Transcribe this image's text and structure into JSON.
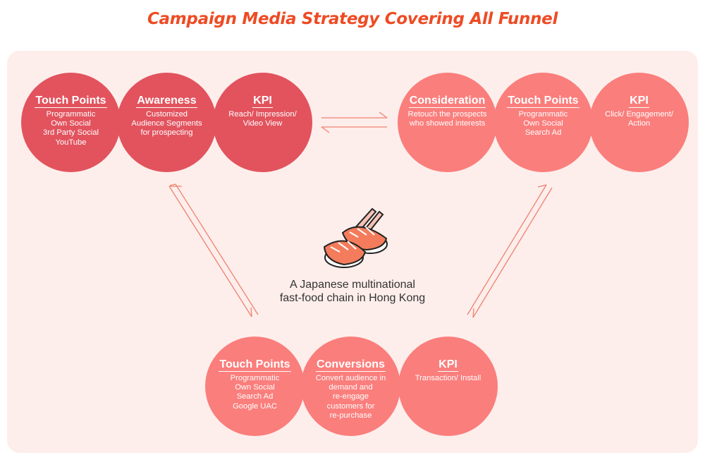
{
  "title": "Campaign Media Strategy Covering All Funnel",
  "center": {
    "line1": "A Japanese multinational",
    "line2": "fast-food chain in Hong Kong"
  },
  "groups": {
    "awareness_group": {
      "touch_points": {
        "heading": "Touch Points",
        "lines": [
          "Programmatic",
          "Own Social",
          "3rd Party Social",
          "YouTube"
        ]
      },
      "stage": {
        "heading": "Awareness",
        "lines": [
          "Customized",
          "Audience Segments",
          "for prospecting"
        ]
      },
      "kpi": {
        "heading": "KPI",
        "lines": [
          "Reach/ Impression/",
          "Video View"
        ]
      }
    },
    "consideration_group": {
      "stage": {
        "heading": "Consideration",
        "lines": [
          "Retouch the prospects",
          "who showed interests"
        ]
      },
      "touch_points": {
        "heading": "Touch Points",
        "lines": [
          "Programmatic",
          "Own Social",
          "Search Ad"
        ]
      },
      "kpi": {
        "heading": "KPI",
        "lines": [
          "Click/ Engagement/",
          "Action"
        ]
      }
    },
    "conversions_group": {
      "touch_points": {
        "heading": "Touch Points",
        "lines": [
          "Programmatic",
          "Own Social",
          "Search Ad",
          "Google UAC"
        ]
      },
      "stage": {
        "heading": "Conversions",
        "lines": [
          "Convert audience in",
          "demand and",
          "re-engage",
          "customers for",
          "re-purchase"
        ]
      },
      "kpi": {
        "heading": "KPI",
        "lines": [
          "Transaction/ Install"
        ]
      }
    }
  },
  "icons": {
    "center": "sushi-chopsticks-icon",
    "arrows": "double-harpoon-arrow-icon"
  },
  "colors": {
    "title": "#ee4b24",
    "panel_background": "#fdeeeb",
    "awareness_circles": "#e2535e",
    "other_circles": "#fa7e7c",
    "arrows": "#f08070"
  }
}
